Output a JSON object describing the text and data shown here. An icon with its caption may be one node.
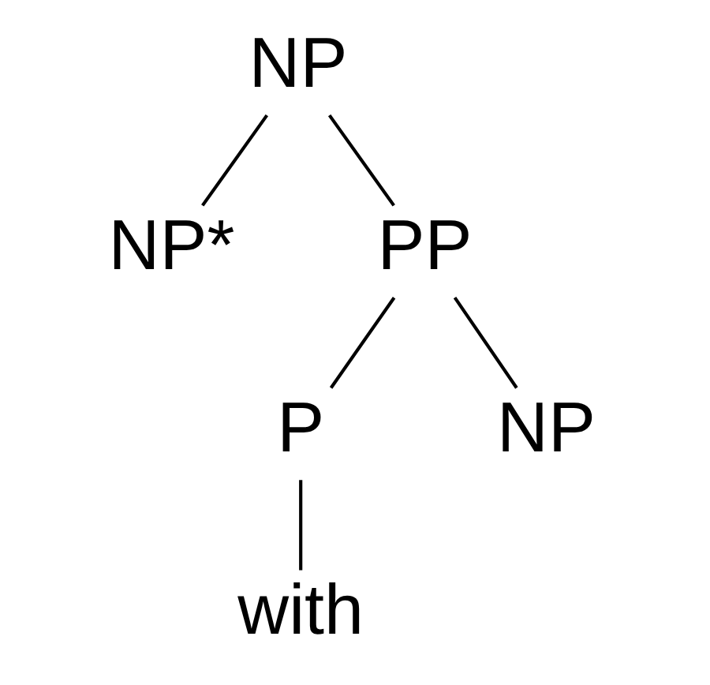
{
  "diagram": {
    "nodes": [
      {
        "text": [
          "NP"
        ]
      },
      {
        "text": [
          "NP*"
        ]
      },
      {
        "text": [
          "PP"
        ]
      },
      {
        "text": [
          "P"
        ]
      },
      {
        "text": [
          "NP"
        ]
      },
      {
        "text": [
          "with"
        ]
      }
    ],
    "edges": [
      {
        "from": 0,
        "to": 1,
        "arrow": "none"
      },
      {
        "from": 0,
        "to": 2,
        "arrow": "none"
      },
      {
        "from": 2,
        "to": 3,
        "arrow": "none"
      },
      {
        "from": 2,
        "to": 4,
        "arrow": "none"
      },
      {
        "from": 3,
        "to": 5,
        "arrow": "none"
      }
    ]
  }
}
